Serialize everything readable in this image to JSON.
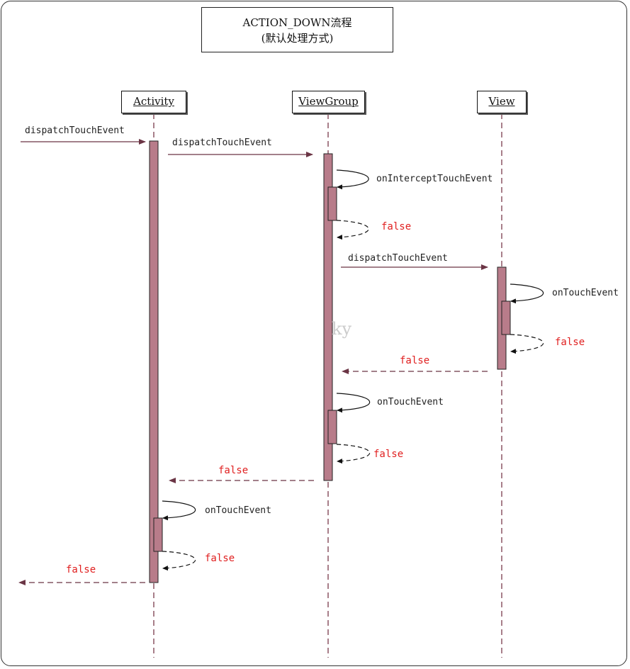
{
  "title": {
    "line1": "ACTION_DOWN流程",
    "line2": "(默认处理方式)"
  },
  "actors": {
    "activity": "Activity",
    "viewgroup": "ViewGroup",
    "view": "View"
  },
  "messages": {
    "m1": "dispatchTouchEvent",
    "m2": "dispatchTouchEvent",
    "m3": "onInterceptTouchEvent",
    "m4": "false",
    "m5": "dispatchTouchEvent",
    "m6": "onTouchEvent",
    "m7": "false",
    "m8": "false",
    "m9": "onTouchEvent",
    "m10": "false",
    "m11": "false",
    "m12": "onTouchEvent",
    "m13": "false",
    "m14": "false"
  },
  "watermark": "ky",
  "colors": {
    "activation": "#b87c8a",
    "arrow": "#6b3545",
    "return_text": "#e02020"
  }
}
